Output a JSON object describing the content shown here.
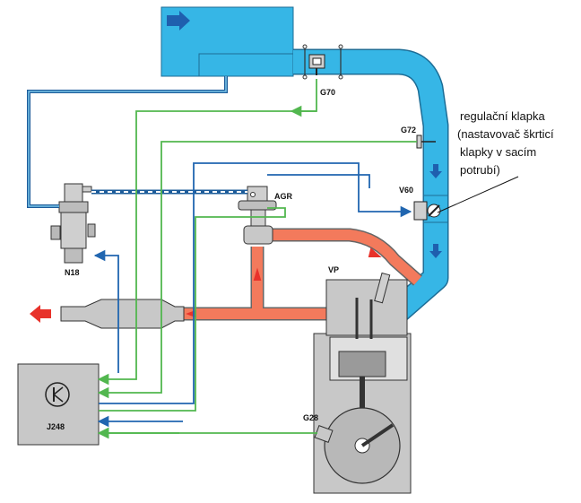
{
  "labels": {
    "g70": "G70",
    "g72": "G72",
    "agr": "AGR",
    "v60": "V60",
    "n18": "N18",
    "vp": "VP",
    "g28": "G28",
    "j248": "J248"
  },
  "annotation": {
    "line1": "regulační klapka",
    "line2": "(nastavovač škrticí",
    "line3": "klapky v sacím",
    "line4": "potrubí)"
  },
  "colors": {
    "intake_air": "#36b6e6",
    "exhaust_gas": "#f37a5c",
    "sensor_signal": "#52b74f",
    "control_signal": "#2166b0",
    "component_gray": "#c8c8c8",
    "flow_arrow_red": "#e8322b"
  }
}
